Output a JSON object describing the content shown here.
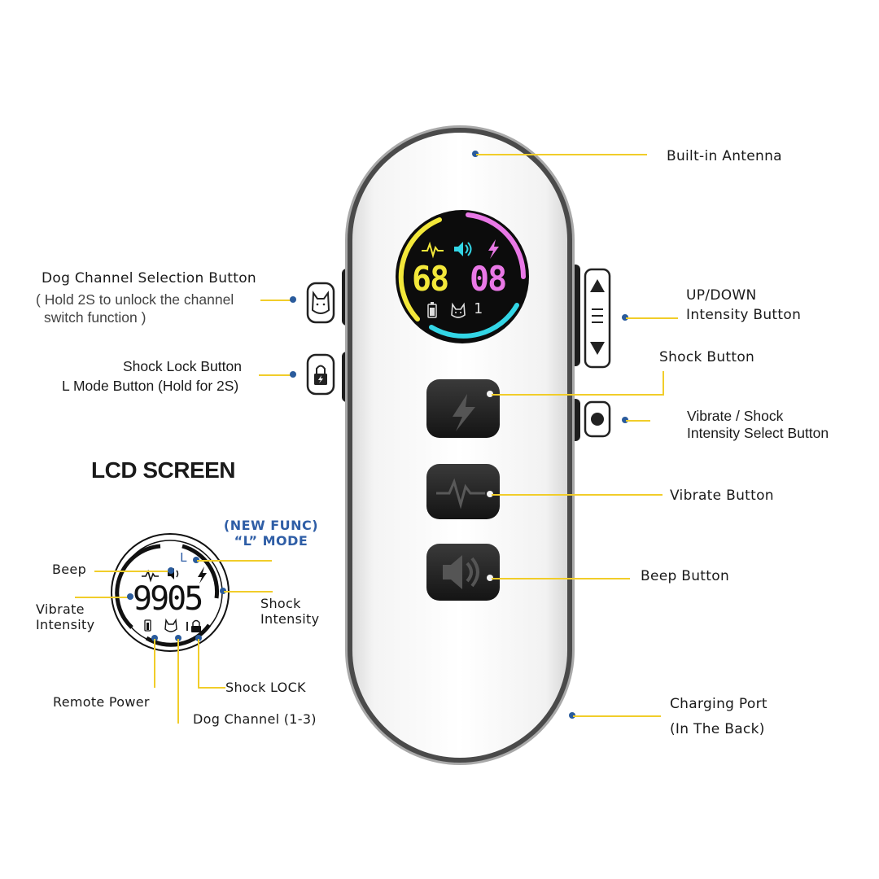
{
  "labels": {
    "antenna": "Built-in Antenna",
    "dog_channel_button": "Dog Channel Selection Button",
    "dog_channel_note_1": "( Hold 2S to unlock the channel",
    "dog_channel_note_2": "switch function )",
    "up_down_1": "UP/DOWN",
    "up_down_2": "Intensity Button",
    "shock_lock_1": "Shock Lock Button",
    "shock_lock_2": "L Mode Button (Hold for 2S)",
    "shock_button": "Shock Button",
    "vibrate_shock_select_1": "Vibrate / Shock",
    "vibrate_shock_select_2": "Intensity Select Button",
    "vibrate_button": "Vibrate Button",
    "beep_button": "Beep Button",
    "charging_port_1": "Charging Port",
    "charging_port_2": "(In The Back)"
  },
  "lcd_section": {
    "title": "LCD SCREEN",
    "new_func_1": "(NEW FUNC)",
    "new_func_2": "“L” MODE",
    "beep": "Beep",
    "vibrate_intensity_1": "Vibrate",
    "vibrate_intensity_2": "Intensity",
    "shock_intensity_1": "Shock",
    "shock_intensity_2": "Intensity",
    "remote_power": "Remote Power",
    "dog_channel": "Dog Channel (1-3)",
    "shock_lock": "Shock LOCK",
    "digits": "9905",
    "mode_letter": "L"
  },
  "device_screen": {
    "vibrate_value": "68",
    "shock_value": "08",
    "channel": "1"
  },
  "colors": {
    "accent_line": "#f1cd2a",
    "dot": "#2a5b9c",
    "new_func": "#2f5ea6",
    "lcd_yellow": "#f3e83a",
    "lcd_pink": "#e978e6",
    "lcd_cyan": "#33d6e6"
  }
}
